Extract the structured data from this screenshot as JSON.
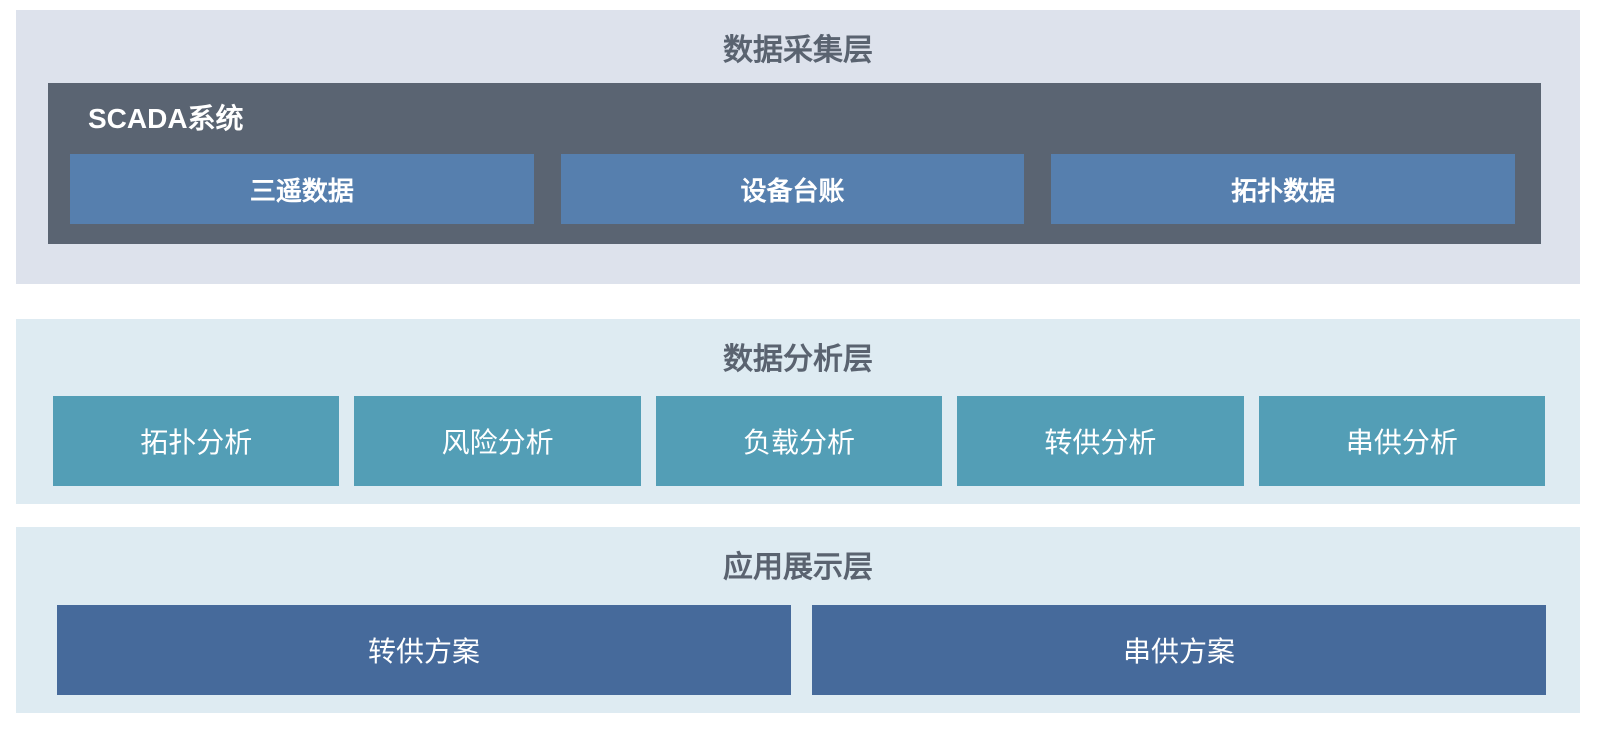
{
  "colors": {
    "page_background": "#ffffff",
    "layer1_background": "#dde2ec",
    "layer2_background": "#deebf2",
    "layer3_background": "#deebf2",
    "scada_background": "#5a6472",
    "blue_box": "#567fae",
    "teal_box": "#539eb6",
    "dark_blue_box": "#466a9b",
    "layer_title_text": "#5a6370",
    "box_text": "#ffffff"
  },
  "layers": [
    {
      "title": "数据采集层",
      "scada": {
        "label": "SCADA系统",
        "items": [
          "三遥数据",
          "设备台账",
          "拓扑数据"
        ]
      }
    },
    {
      "title": "数据分析层",
      "items": [
        "拓扑分析",
        "风险分析",
        "负载分析",
        "转供分析",
        "串供分析"
      ]
    },
    {
      "title": "应用展示层",
      "items": [
        "转供方案",
        "串供方案"
      ]
    }
  ]
}
